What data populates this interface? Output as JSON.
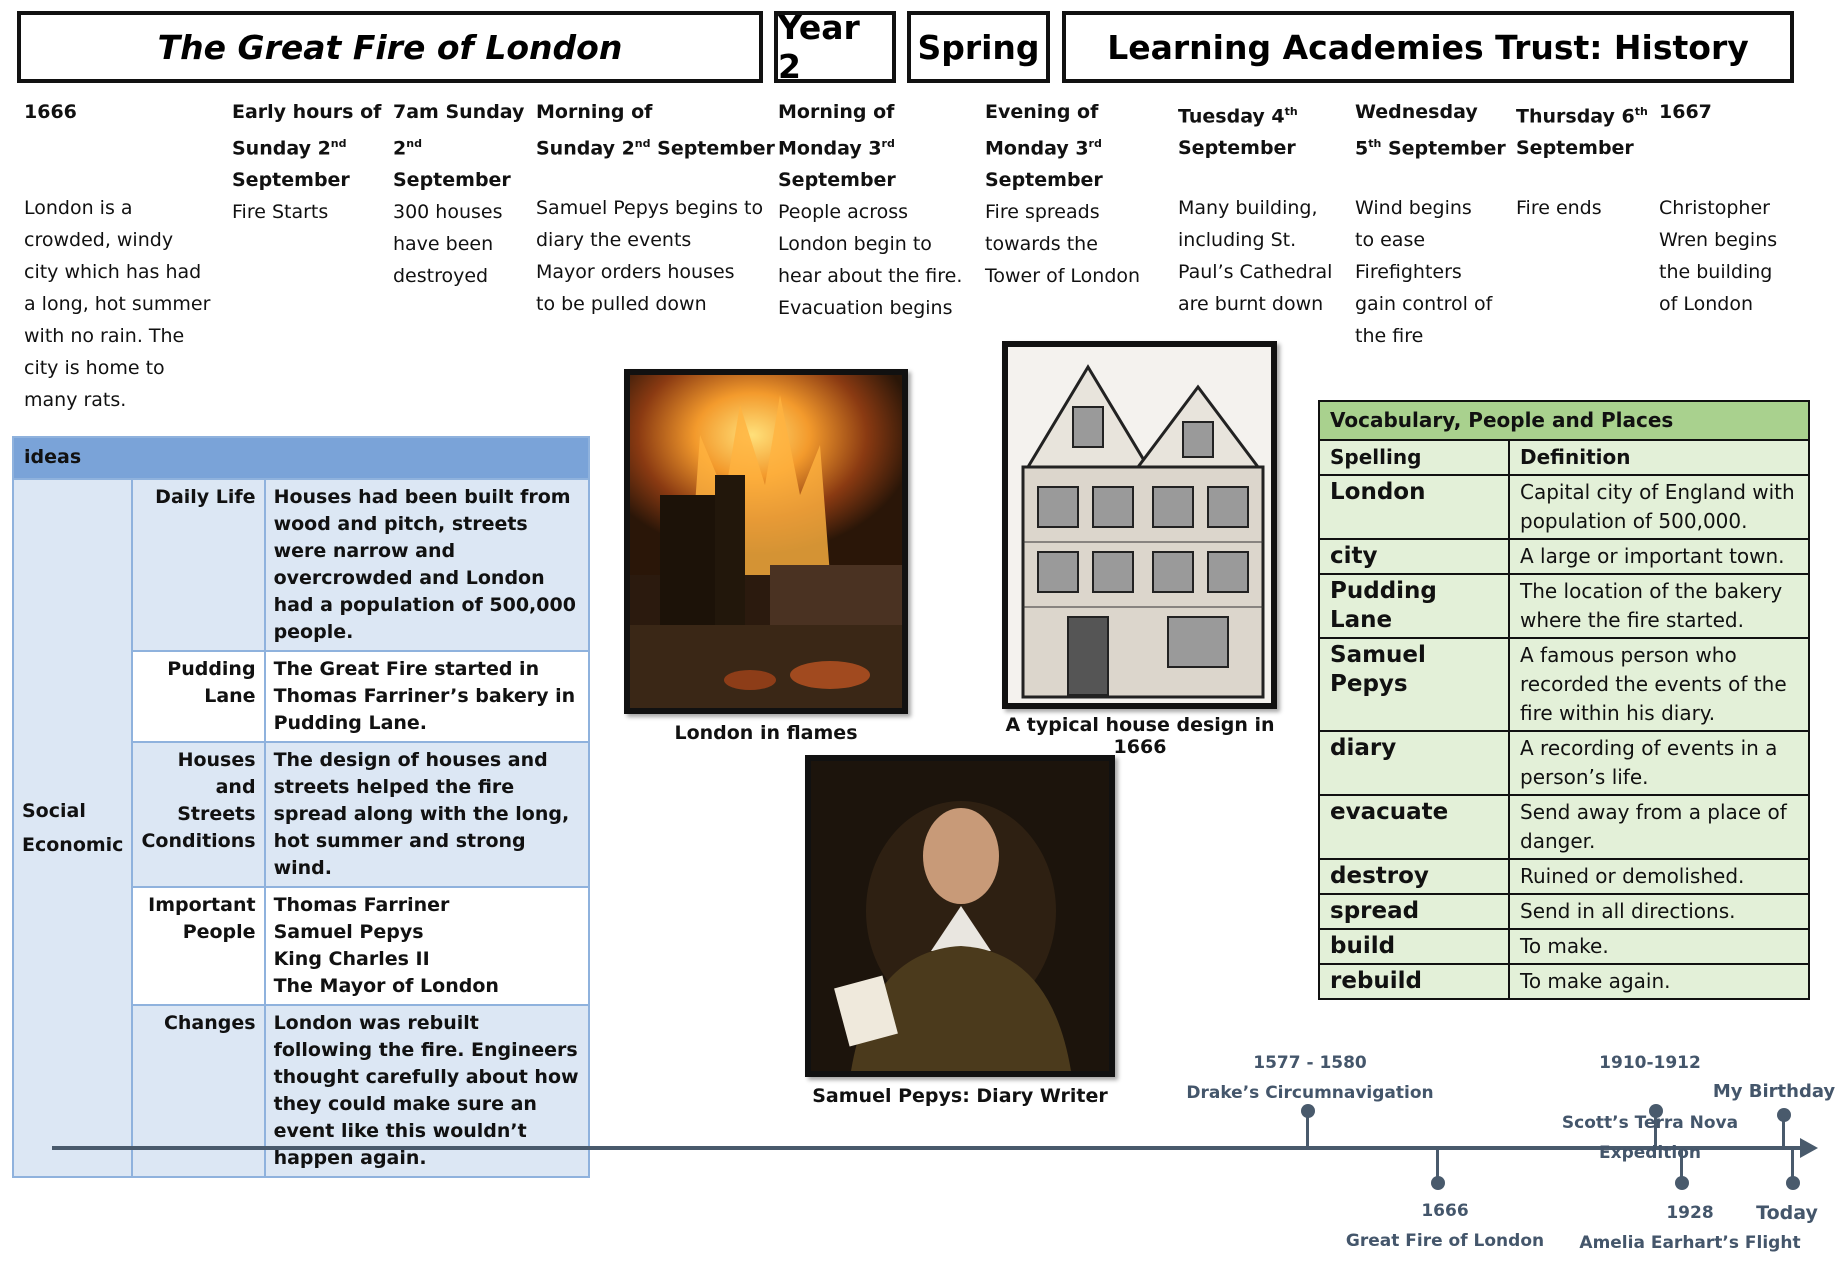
{
  "header": {
    "title": "The Great Fire of London",
    "year": "Year 2",
    "term": "Spring",
    "trust": "Learning Academies Trust:  History"
  },
  "timeline_top": [
    {
      "head": "1666",
      "body": "London is a\ncrowded, windy\ncity which has had\na long, hot summer\nwith no rain. The\ncity is home to\nmany rats."
    },
    {
      "head_pre": "Early hours of\nSunday 2",
      "sup": "nd",
      "head_post": "\nSeptember",
      "body": "Fire Starts"
    },
    {
      "head_pre": "7am Sunday\n2",
      "sup": "nd",
      "head_post": "\nSeptember",
      "body": "300 houses\nhave been\ndestroyed"
    },
    {
      "head_pre": "Morning of\nSunday 2",
      "sup": "nd",
      "head_post": " September",
      "body": "Samuel Pepys begins to\ndiary the events\nMayor orders houses\nto be pulled down"
    },
    {
      "head_pre": "Morning of\nMonday 3",
      "sup": "rd",
      "head_post": "\nSeptember",
      "body": "People across\nLondon begin to\nhear about the fire.\nEvacuation begins"
    },
    {
      "head_pre": "Evening of\nMonday 3",
      "sup": "rd",
      "head_post": "\nSeptember",
      "body": "Fire spreads\ntowards the\nTower of London"
    },
    {
      "head_pre": "Tuesday 4",
      "sup": "th",
      "head_post": "\nSeptember",
      "body": "Many building,\nincluding St.\nPaul’s Cathedral\nare burnt down"
    },
    {
      "head_pre": "Wednesday\n5",
      "sup": "th",
      "head_post": " September",
      "body": "Wind begins\nto ease\nFirefighters\ngain control of\nthe fire"
    },
    {
      "head_pre": "Thursday 6",
      "sup": "th",
      "head_post": "\nSeptember",
      "body": "Fire ends"
    },
    {
      "head": "1667",
      "body": "Christopher\nWren begins\nthe building\nof London"
    }
  ],
  "knowledge": {
    "header": "ideas",
    "category": "Social\nEconomic",
    "rows": [
      {
        "label": "Daily Life",
        "text": "Houses had been built from wood and pitch, streets were narrow and overcrowded and London had a population of 500,000 people."
      },
      {
        "label": "Pudding Lane",
        "text": "The Great Fire started in Thomas Farriner’s bakery in Pudding Lane."
      },
      {
        "label": "Houses and Streets Conditions",
        "text": "The design of houses and streets helped the fire spread along with the long, hot summer and strong wind."
      },
      {
        "label": "Important People",
        "text": "Thomas Farriner\nSamuel Pepys\nKing Charles II\nThe Mayor of London"
      },
      {
        "label": "Changes",
        "text": "London was rebuilt following the fire.  Engineers thought carefully about how they could make sure an event like this wouldn’t happen again."
      }
    ]
  },
  "images": {
    "fire_caption": "London in flames",
    "house_caption": "A typical house design in 1666",
    "pepys_caption": "Samuel Pepys:  Diary Writer"
  },
  "vocab": {
    "title": "Vocabulary, People and Places",
    "col_spelling": "Spelling",
    "col_definition": "Definition",
    "rows": [
      {
        "term": "London",
        "def": "Capital city of England with population of 500,000."
      },
      {
        "term": "city",
        "def": "A large or important town."
      },
      {
        "term": "Pudding Lane",
        "def": "The location of the bakery where the fire started."
      },
      {
        "term": "Samuel Pepys",
        "def": "A famous person who recorded the events of the fire within his diary."
      },
      {
        "term": "diary",
        "def": "A recording of events in a person’s life."
      },
      {
        "term": "evacuate",
        "def": "Send away from a place of danger."
      },
      {
        "term": "destroy",
        "def": "Ruined or demolished."
      },
      {
        "term": "spread",
        "def": "Send in all directions."
      },
      {
        "term": "build",
        "def": "To make."
      },
      {
        "term": "rebuild",
        "def": "To make again."
      }
    ]
  },
  "history_line": {
    "above": [
      {
        "date": "1577 - 1580",
        "label": "Drake’s Circumnavigation"
      },
      {
        "date": "1910-1912",
        "label": "Scott’s Terra Nova\nExpedition"
      },
      {
        "date": "",
        "label": "My Birthday"
      }
    ],
    "below": [
      {
        "date": "1666",
        "label": "Great Fire of London"
      },
      {
        "date": "1928",
        "label": "Amelia  Earhart’s Flight"
      },
      {
        "date": "",
        "label": "Today"
      }
    ]
  }
}
